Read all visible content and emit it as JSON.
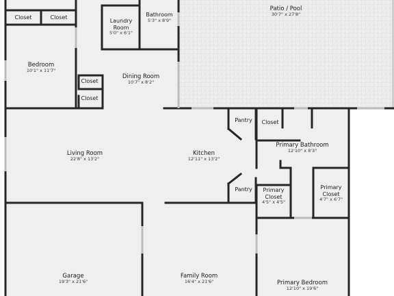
{
  "rooms": {
    "patio_pool": {
      "name": "Patio / Pool",
      "dims": "30'7\" x 27'8\""
    },
    "closet_1": {
      "name": "Closet"
    },
    "closet_2": {
      "name": "Closet"
    },
    "laundry": {
      "name": "Laundry Room",
      "dims": "5'0\" x 6'1\""
    },
    "bathroom": {
      "name": "Bathroom",
      "dims": "5'3\" x 8'9\""
    },
    "bedroom": {
      "name": "Bedroom",
      "dims": "10'1\" x 11'7\""
    },
    "closet_3": {
      "name": "Closet"
    },
    "closet_4": {
      "name": "Closet"
    },
    "dining": {
      "name": "Dining Room",
      "dims": "10'7\" x 8'2\""
    },
    "pantry_1": {
      "name": "Pantry"
    },
    "closet_5": {
      "name": "Closet"
    },
    "primary_bath": {
      "name": "Primary Bathroom",
      "dims": "12'10\" x 8'3\""
    },
    "living": {
      "name": "Living Room",
      "dims": "22'8\" x 13'2\""
    },
    "kitchen": {
      "name": "Kitchen",
      "dims": "12'11\" x 13'2\""
    },
    "pantry_2": {
      "name": "Pantry"
    },
    "primary_closet_1": {
      "name": "Primary Closet",
      "dims": "4'5\" x 4'5\""
    },
    "primary_closet_2": {
      "name": "Primary Closet",
      "dims": "4'7\" x 6'7\""
    },
    "garage": {
      "name": "Garage",
      "dims": "19'3\" x 21'6\""
    },
    "family": {
      "name": "Family Room",
      "dims": "16'4\" x 21'6\""
    },
    "primary_bedroom": {
      "name": "Primary Bedroom",
      "dims": "12'10\" x 19'6\""
    }
  },
  "colors": {
    "wall": "#262626",
    "floor": "#efefef",
    "patio": "#ececec",
    "window": "#bfbfbf"
  }
}
